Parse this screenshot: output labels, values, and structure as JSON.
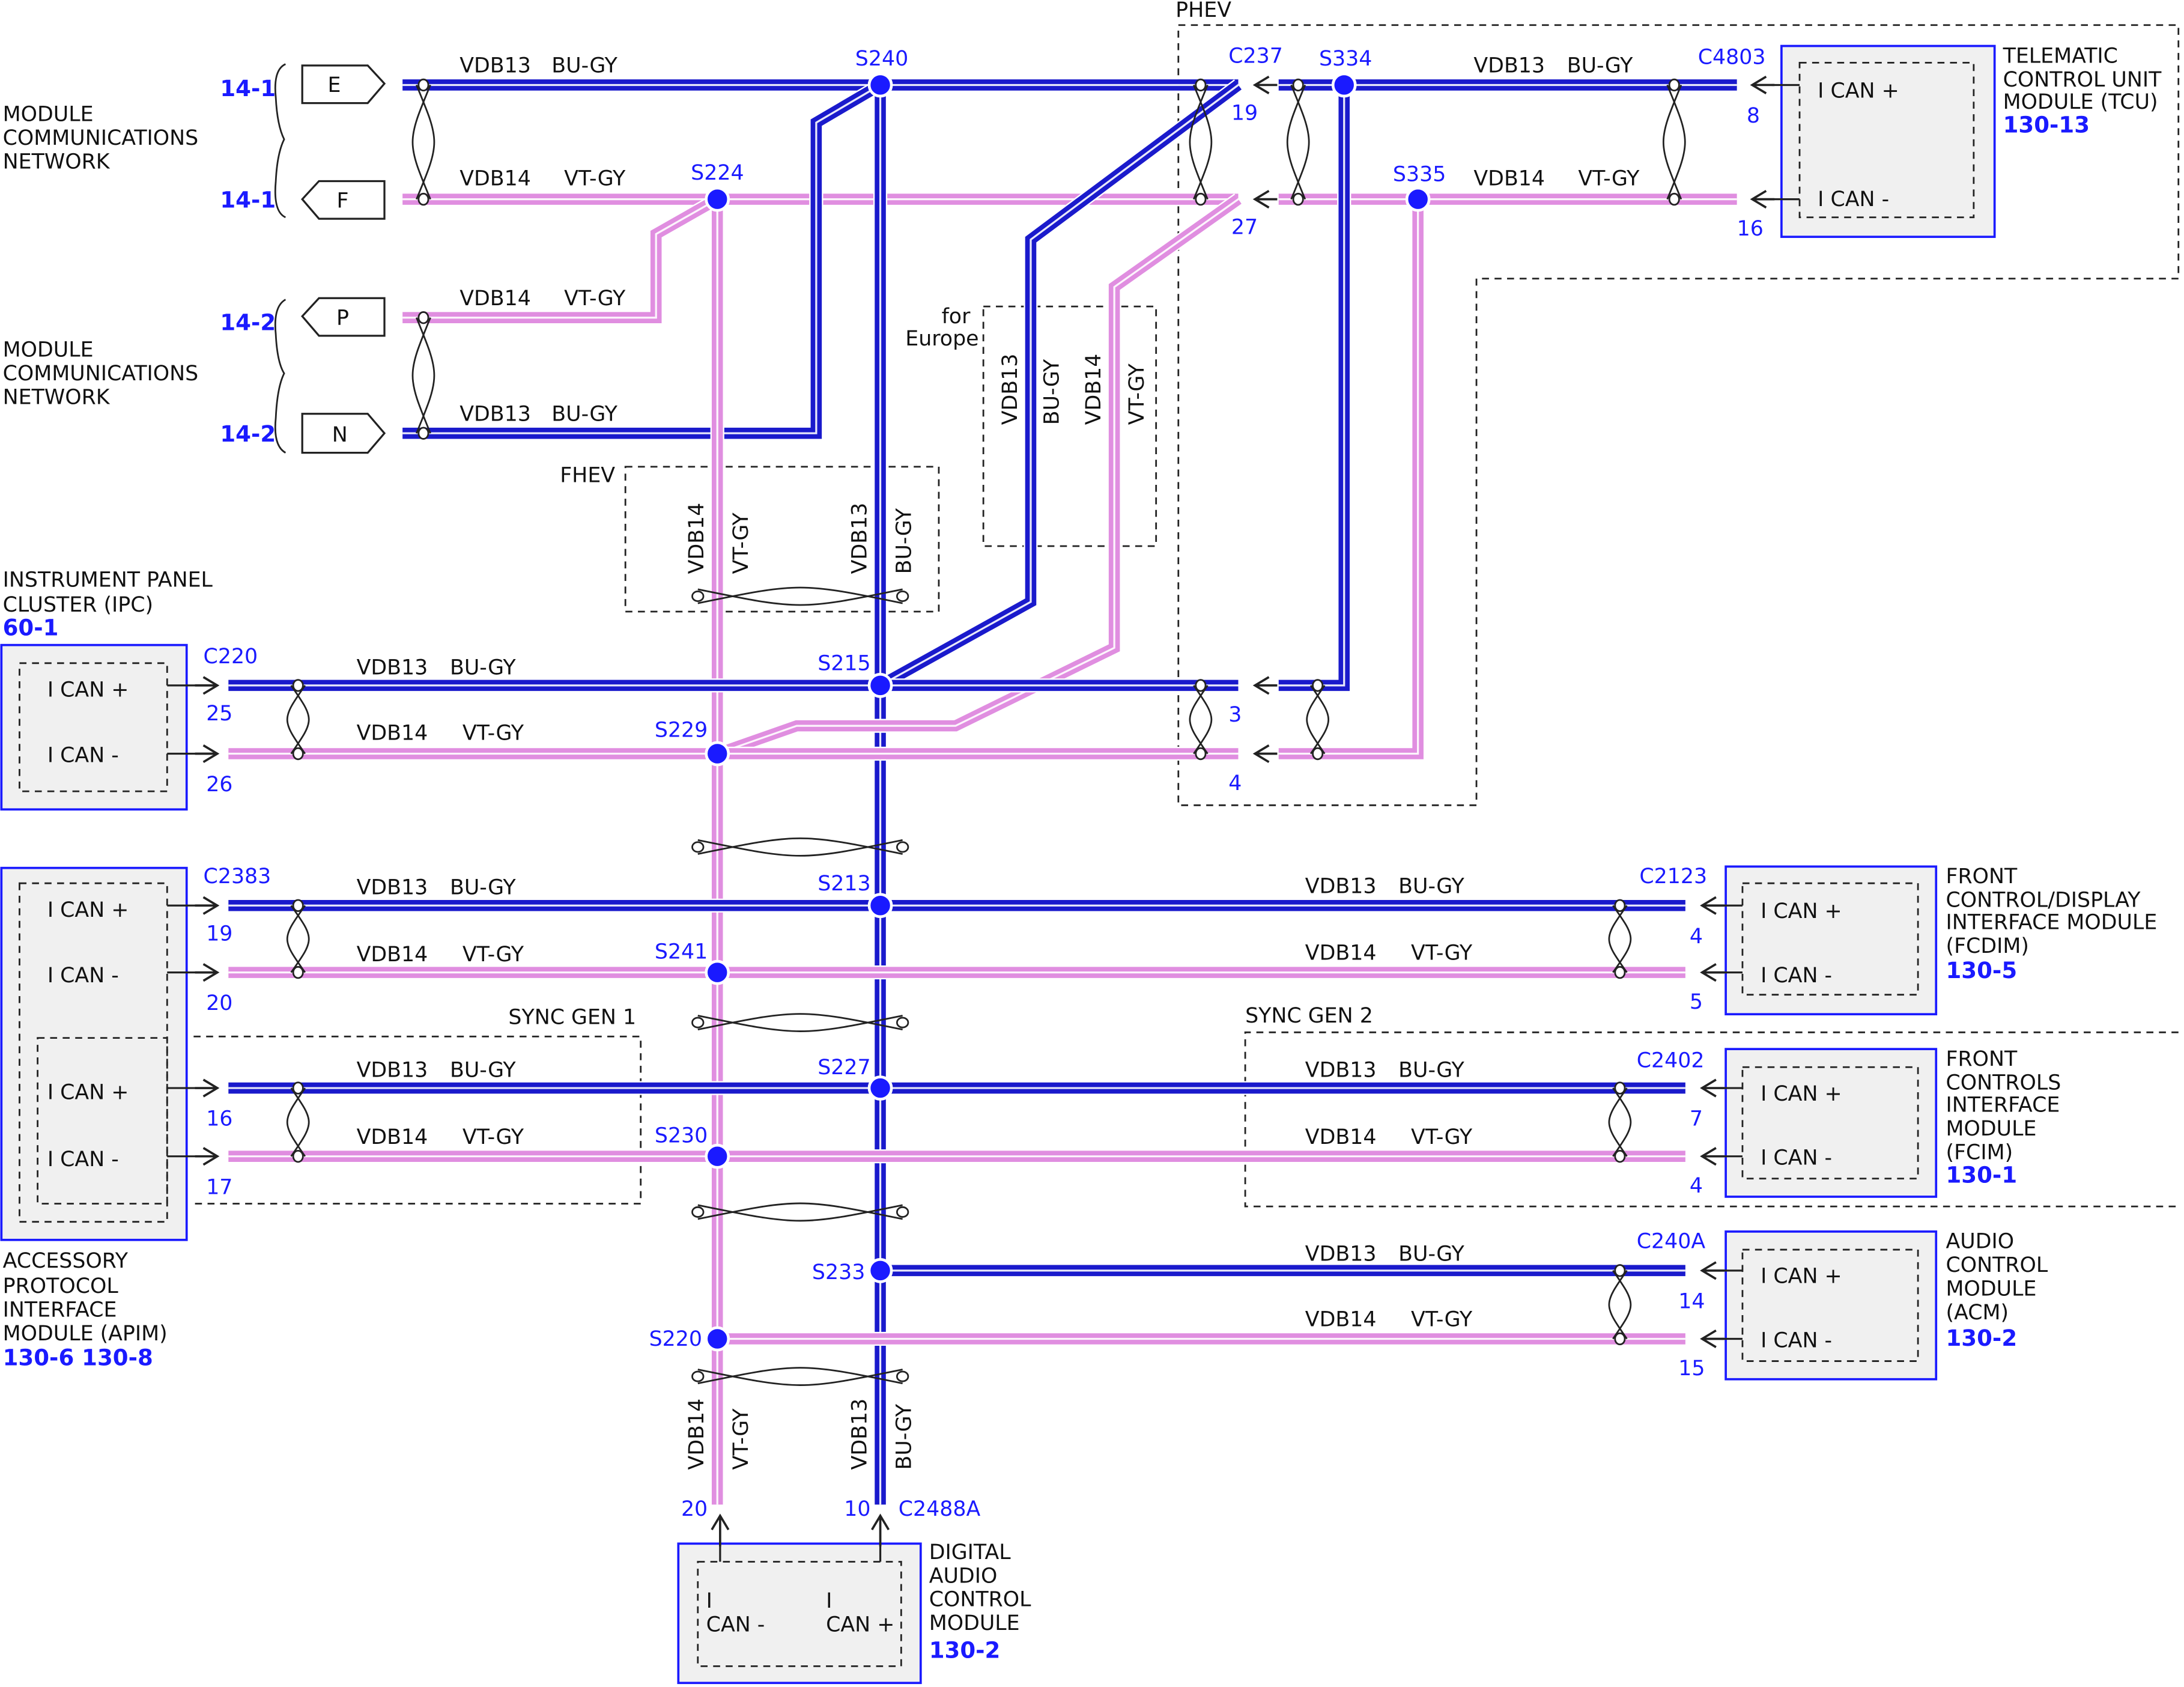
{
  "colors": {
    "bu_gy": "#1a1acc",
    "vt_gy": "#e08ee0",
    "label_blue": "#1a1aff"
  },
  "wires": {
    "vdb13": "VDB13",
    "vdb14": "VDB14",
    "bu_gy": "BU-GY",
    "vt_gy": "VT-GY"
  },
  "network": {
    "label": [
      "MODULE",
      "COMMUNICATIONS",
      "NETWORK"
    ],
    "ref_1": "14-1",
    "ref_2": "14-2",
    "connectors": [
      "E",
      "F",
      "P",
      "N"
    ]
  },
  "splices": [
    "S240",
    "S224",
    "S334",
    "S335",
    "S215",
    "S229",
    "S213",
    "S241",
    "S227",
    "S230",
    "S233",
    "S220"
  ],
  "regions": {
    "phev": "PHEV",
    "fhev": "FHEV",
    "europe": [
      "for",
      "Europe"
    ],
    "sync1": "SYNC GEN 1",
    "sync2": "SYNC GEN 2"
  },
  "can": {
    "plus": "I CAN +",
    "minus": "I CAN -",
    "i": "I",
    "can_minus": "CAN -",
    "can_plus": "CAN +"
  },
  "modules": {
    "tcu": {
      "name": [
        "TELEMATIC",
        "CONTROL UNIT",
        "MODULE (TCU)"
      ],
      "ref": "130-13",
      "connector": "C4803",
      "pins": [
        "8",
        "16"
      ]
    },
    "ipc": {
      "name": [
        "INSTRUMENT PANEL",
        "CLUSTER (IPC)"
      ],
      "ref": "60-1",
      "connector": "C220",
      "pins": [
        "25",
        "26"
      ]
    },
    "apim": {
      "name": [
        "ACCESSORY",
        "PROTOCOL",
        "INTERFACE",
        "MODULE (APIM)"
      ],
      "ref": "130-6 130-8",
      "connector": "C2383",
      "pins": [
        "19",
        "20",
        "16",
        "17"
      ]
    },
    "fcdim": {
      "name": [
        "FRONT",
        "CONTROL/DISPLAY",
        "INTERFACE MODULE",
        "(FCDIM)"
      ],
      "ref": "130-5",
      "connector": "C2123",
      "pins": [
        "4",
        "5"
      ]
    },
    "fcim": {
      "name": [
        "FRONT",
        "CONTROLS",
        "INTERFACE",
        "MODULE",
        "(FCIM)"
      ],
      "ref": "130-1",
      "connector": "C2402",
      "pins": [
        "7",
        "4"
      ]
    },
    "acm": {
      "name": [
        "AUDIO",
        "CONTROL",
        "MODULE",
        "(ACM)"
      ],
      "ref": "130-2",
      "connector": "C240A",
      "pins": [
        "14",
        "15"
      ]
    },
    "dacm": {
      "name": [
        "DIGITAL",
        "AUDIO",
        "CONTROL",
        "MODULE"
      ],
      "ref": "130-2",
      "connector": "C2488A",
      "pins": [
        "20",
        "10"
      ]
    }
  },
  "phev_connector": {
    "connector": "C237",
    "pins": [
      "19",
      "27",
      "3",
      "4"
    ]
  }
}
